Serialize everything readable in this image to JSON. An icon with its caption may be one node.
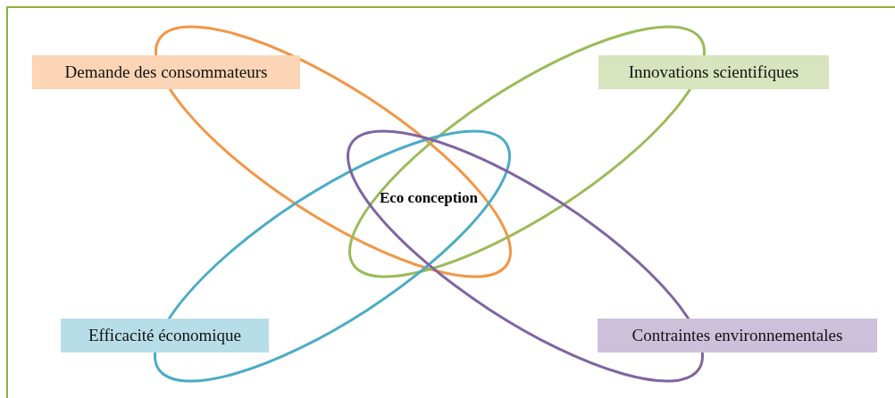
{
  "diagram": {
    "nodes": [
      {
        "text": [
          "Demande des consommateurs"
        ]
      },
      {
        "text": [
          "Innovations scientifiques"
        ]
      },
      {
        "text": [
          "Efficacité économique"
        ]
      },
      {
        "text": [
          "Contraintes environnementales"
        ]
      }
    ],
    "labels": [
      "Eco conception"
    ]
  }
}
